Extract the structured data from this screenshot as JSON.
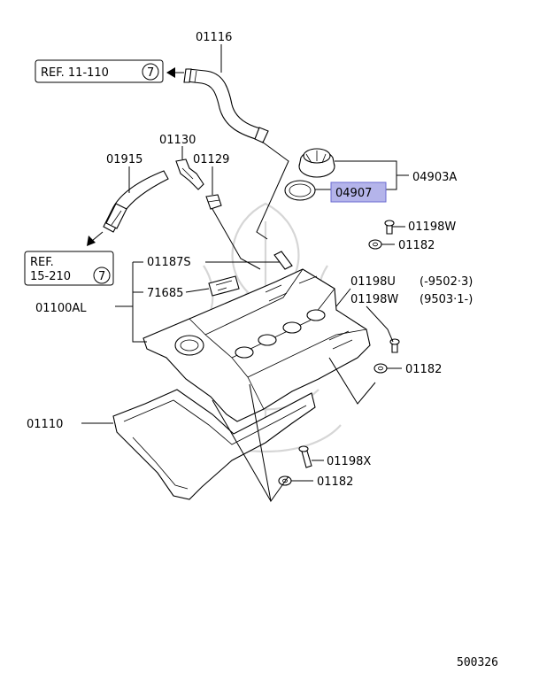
{
  "labels": {
    "p01116": "01116",
    "ref1": "REF. 11-110",
    "ref1_circle": "7",
    "p01130": "01130",
    "p01915": "01915",
    "p01129": "01129",
    "p04903a": "04903A",
    "p04907": "04907",
    "p01198w_top": "01198W",
    "p01182_top": "01182",
    "ref2_line1": "REF.",
    "ref2_line2": "15-210",
    "ref2_circle": "7",
    "p01187s": "01187S",
    "p71685": "71685",
    "p01100al": "01100AL",
    "p01198u": "01198U",
    "p01198u_range": "(-9502·3)",
    "p01198w_mid": "01198W",
    "p01198w_range": "(9503·1-)",
    "p01182_mid": "01182",
    "p01110": "01110",
    "p01198x": "01198X",
    "p01182_bot": "01182",
    "diagram_id": "500326"
  },
  "colors": {
    "highlight_fill": "#b4b4ea",
    "highlight_stroke": "#6a6ad0",
    "line": "#000000",
    "watermark": "#d6d6d6"
  }
}
